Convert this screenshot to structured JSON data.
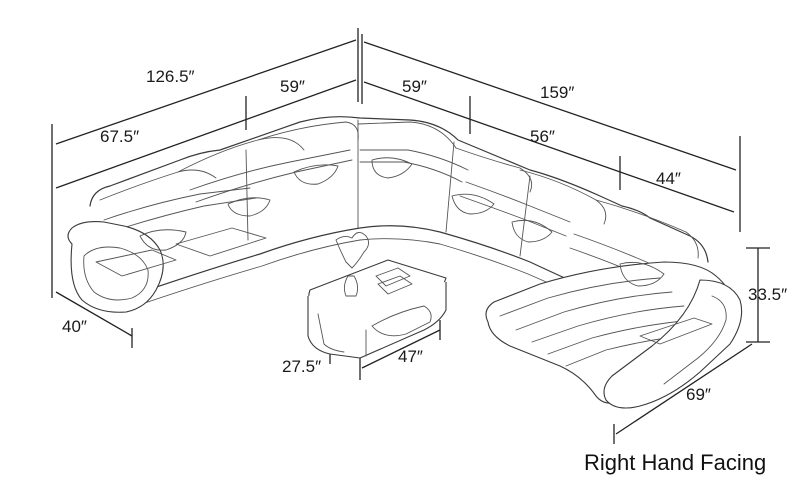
{
  "dimensions": {
    "left_total": "126.5″",
    "left_upper": "59″",
    "left_lower": "67.5″",
    "left_depth": "40″",
    "right_upper": "59″",
    "right_total": "159″",
    "right_middle": "56″",
    "right_lower": "44″",
    "height": "33.5″",
    "chaise_depth": "69″",
    "table_depth": "27.5″",
    "table_width": "47″"
  },
  "caption": "Right Hand Facing"
}
